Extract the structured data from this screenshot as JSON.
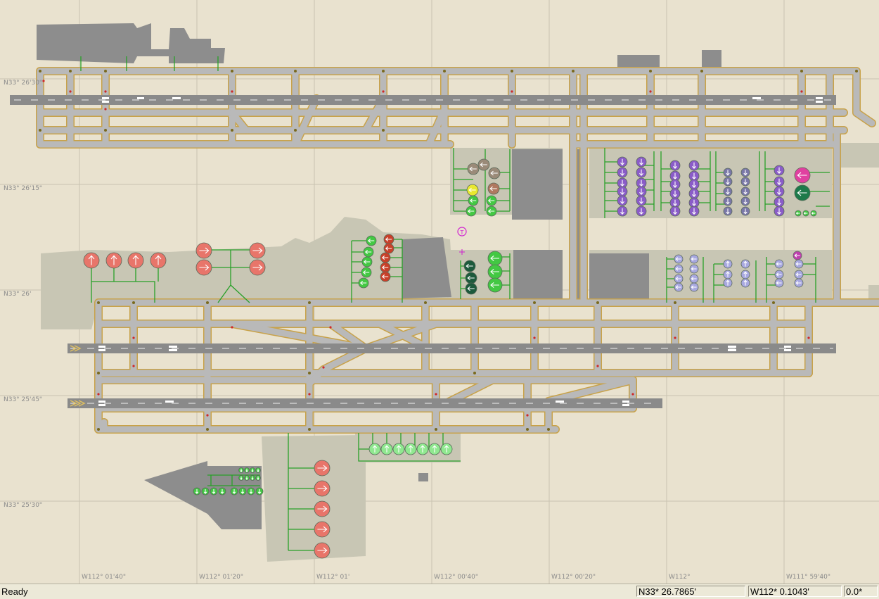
{
  "status": {
    "text": "Ready",
    "latitude": "N33* 26.7865'",
    "longitude": "W112* 0.1043'",
    "heading": "0.0*"
  },
  "grid": {
    "lat_labels": [
      "N33° 26'30\"",
      "N33° 26'15\"",
      "N33° 26'",
      "N33° 25'45\"",
      "N33° 25'30\""
    ],
    "lon_labels": [
      "W112° 01'40\"",
      "W112° 01'20\"",
      "W112° 01'",
      "W112° 00'40\"",
      "W112° 00'20\"",
      "W112°",
      "W111° 59'40\""
    ]
  },
  "colors": {
    "background": "#e9e2cf",
    "apron": "#c8c6b4",
    "building": "#8d8d8d",
    "taxiway": "#b9b9b9",
    "taxiway_edge": "#c8a24a",
    "runway": "#8a8a8a",
    "taxi_route": "#28a028",
    "parking_salmon": "#e8756a",
    "parking_green": "#43c843",
    "parking_purple": "#8a5cc8",
    "parking_lavender": "#a8a8e0",
    "parking_darkgreen": "#1d5a3c",
    "parking_magenta": "#e040a0"
  },
  "icons": {
    "parking_spot": "airplane-parking-icon",
    "tower": "tower-marker-icon",
    "crosshair": "crosshair-icon"
  }
}
